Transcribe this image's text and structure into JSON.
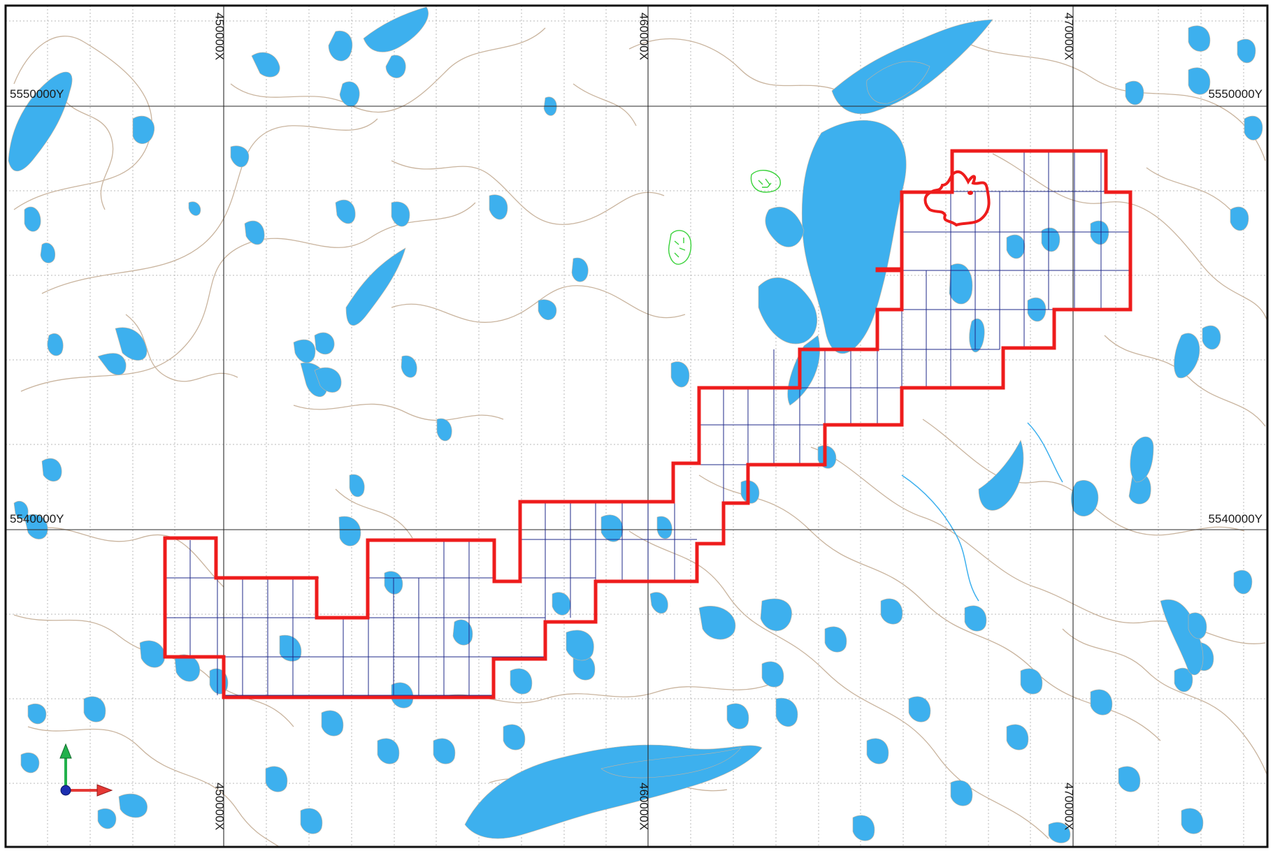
{
  "map": {
    "grid_labels": {
      "x_450": "450000X",
      "x_460": "460000X",
      "x_470": "470000X",
      "y_5550": "5550000Y",
      "y_5540": "5540000Y"
    },
    "colors": {
      "water": "#3db0ee",
      "contour": "#c9b49e",
      "claim_outline": "#ee1c1c",
      "cell_grid": "#1f2a8a",
      "major_grid": "#2a2a2a",
      "minor_grid": "#b8b8b8",
      "wetland": "#39d23a",
      "axis_up": "#22b14c",
      "axis_right": "#e53935",
      "axis_origin": "#1c2fb0"
    },
    "icons": [
      "north-axis-arrow-icon",
      "east-axis-arrow-icon",
      "origin-dot-icon"
    ]
  }
}
